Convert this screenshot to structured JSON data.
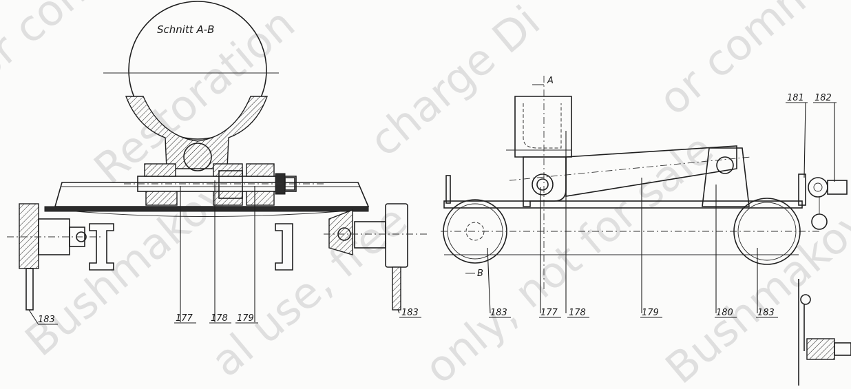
{
  "drawing": {
    "section_title": "Schnitt A-B",
    "section_marker_top": "A",
    "section_marker_bottom": "B"
  },
  "left_view": {
    "labels": [
      "183",
      "177",
      "178",
      "179",
      "183"
    ]
  },
  "right_view": {
    "labels": [
      "181",
      "182",
      "183",
      "177",
      "178",
      "179",
      "180",
      "183"
    ]
  },
  "watermark": {
    "lines": [
      "or comm",
      "Restoration",
      "charge Di",
      "or comm",
      "Bushmakov",
      "al use, free",
      "only, not for sale",
      "Bushmakov"
    ]
  },
  "colors": {
    "ink": "#1e1e1e",
    "paper": "#fbfbfa",
    "watermark": "#c9c9c9"
  }
}
